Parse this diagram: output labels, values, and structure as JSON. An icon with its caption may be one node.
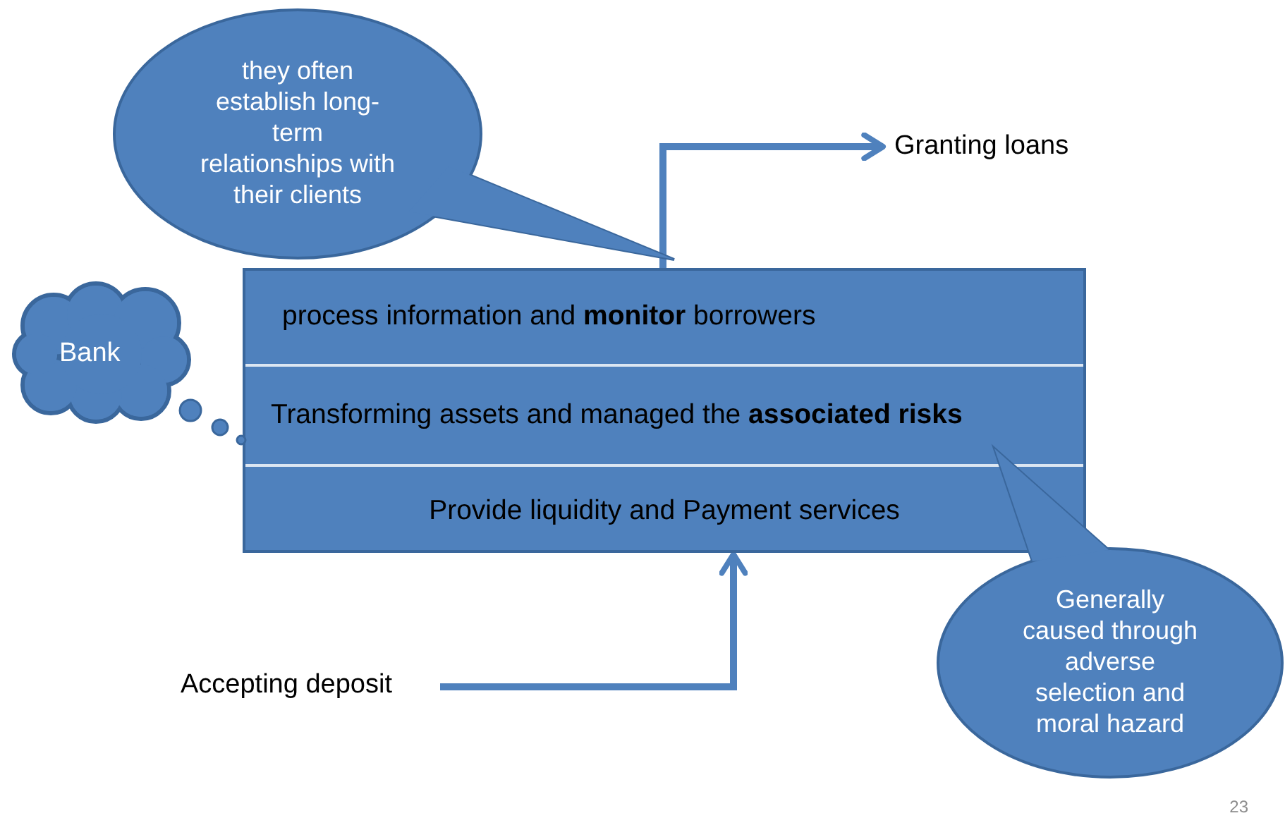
{
  "diagram": {
    "nodes": [
      {
        "text": [
          "they often establish long-term relationships with their clients"
        ]
      },
      {
        "text": [
          "Bank"
        ]
      },
      {
        "text": [],
        "shape": "box"
      },
      {
        "text": [
          "process information and **monitor** borrowers"
        ],
        "in": 2
      },
      {
        "text": [
          "Transforming assets and managed the **associated risks**"
        ],
        "in": 2
      },
      {
        "text": [
          "Provide liquidity and Payment services"
        ],
        "in": 2
      },
      {
        "text": [
          "Granting loans"
        ]
      },
      {
        "text": [
          "Accepting deposit"
        ]
      },
      {
        "text": [
          "Generally caused through adverse selection and moral hazard"
        ]
      }
    ],
    "edges": [
      {
        "from": 2,
        "to": 6,
        "arrow": "to"
      },
      {
        "from": 7,
        "to": 2,
        "arrow": "to"
      }
    ],
    "labels": [
      "23"
    ]
  }
}
